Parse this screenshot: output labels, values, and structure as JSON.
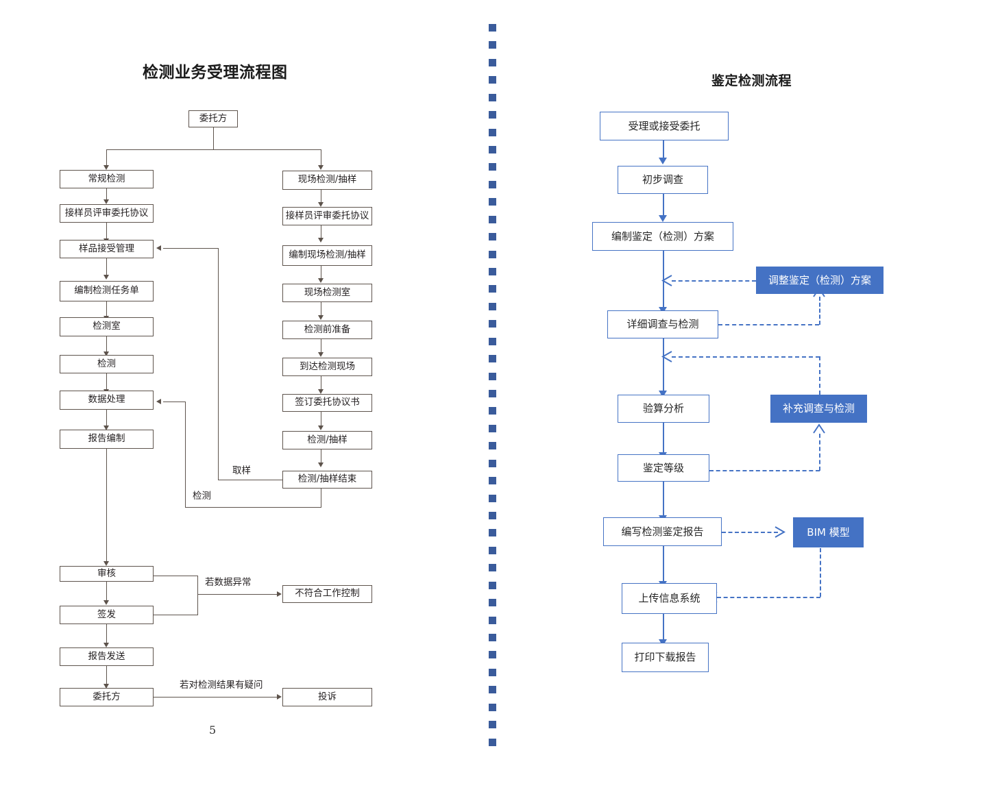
{
  "document": {
    "page_number": "5",
    "background_color": "#ffffff"
  },
  "divider": {
    "name": "vertical-dotted-divider",
    "color": "#3a5b9b",
    "dot_count": 42
  },
  "left_chart": {
    "title": "检测业务受理流程图",
    "border_color": "#5d534c",
    "nodes": {
      "client_top": "委托方",
      "routine": "常规检测",
      "review_left": "接样员评审委托协议",
      "sample_accept": "样品接受管理",
      "task_sheet": "编制检测任务单",
      "lab": "检测室",
      "test": "检测",
      "data_process": "数据处理",
      "report_make": "报告编制",
      "audit": "审核",
      "issue": "签发",
      "report_send": "报告发送",
      "client_bottom": "委托方",
      "onsite": "现场检测/抽样",
      "review_right": "接样员评审委托协议",
      "plan_onsite": "编制现场检测/抽样",
      "onsite_lab": "现场检测室",
      "pre_test": "检测前准备",
      "arrive_site": "到达检测现场",
      "sign_agreement": "签订委托协议书",
      "test_sampling": "检测/抽样",
      "sampling_end": "检测/抽样结束",
      "nonconform": "不符合工作控制",
      "complaint": "投诉"
    },
    "edge_labels": {
      "sampling": "取样",
      "testing": "检测",
      "data_abnormal": "若数据异常",
      "result_question": "若对检测结果有疑问"
    }
  },
  "right_chart": {
    "title": "鉴定检测流程",
    "accent_color": "#4472c4",
    "nodes": {
      "accept": "受理或接受委托",
      "preliminary": "初步调查",
      "make_plan": "编制鉴定（检测）方案",
      "adjust_plan": "调整鉴定（检测）方案",
      "detail_survey": "详细调查与检测",
      "supplement_survey": "补充调查与检测",
      "calc_analysis": "验算分析",
      "grade": "鉴定等级",
      "write_report": "编写检测鉴定报告",
      "bim_model": "BIM 模型",
      "upload": "上传信息系统",
      "print_download": "打印下载报告"
    },
    "filled_nodes": [
      "调整鉴定（检测）方案",
      "补充调查与检测",
      "BIM 模型"
    ]
  }
}
